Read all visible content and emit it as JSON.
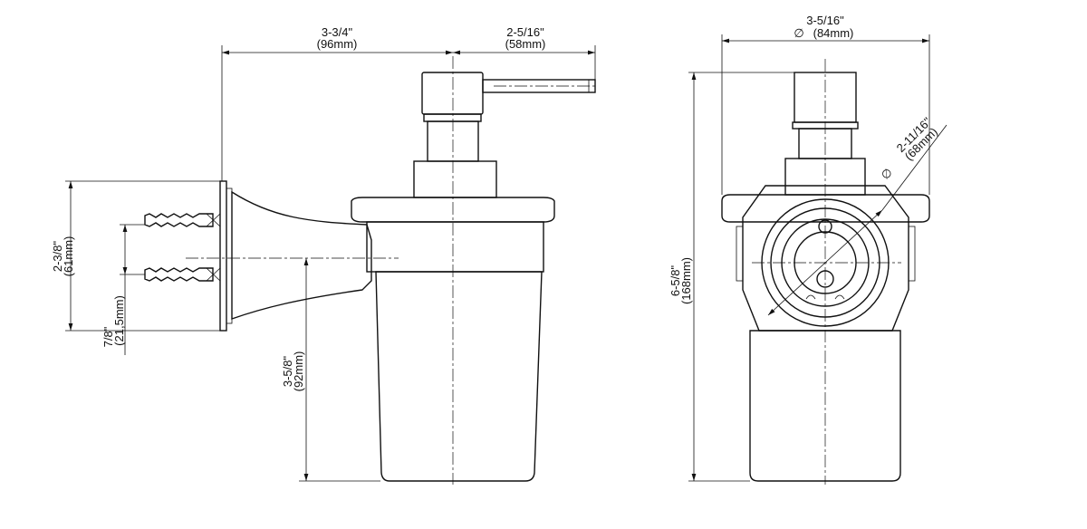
{
  "title": "Wall-mounted soap dispenser technical drawing",
  "side_view": {
    "width_to_center": {
      "inch": "3-3/4\"",
      "mm": "(96mm)"
    },
    "nozzle_reach": {
      "inch": "2-5/16\"",
      "mm": "(58mm)"
    },
    "plate_height": {
      "inch": "2-3/8\"",
      "mm": "(61mm)"
    },
    "anchor_spacing": {
      "inch": "7/8\"",
      "mm": "(21,5mm)"
    },
    "glass_height": {
      "inch": "3-5/8\"",
      "mm": "(92mm)"
    }
  },
  "front_view": {
    "overall_diameter": {
      "inch": "3-5/16\"",
      "mm": "(84mm)",
      "symbol": "∅"
    },
    "inner_diameter": {
      "inch": "2-11/16\"",
      "mm": "(68mm)",
      "symbol": "∅"
    },
    "overall_height": {
      "inch": "6-5/8\"",
      "mm": "(168mm)"
    }
  }
}
